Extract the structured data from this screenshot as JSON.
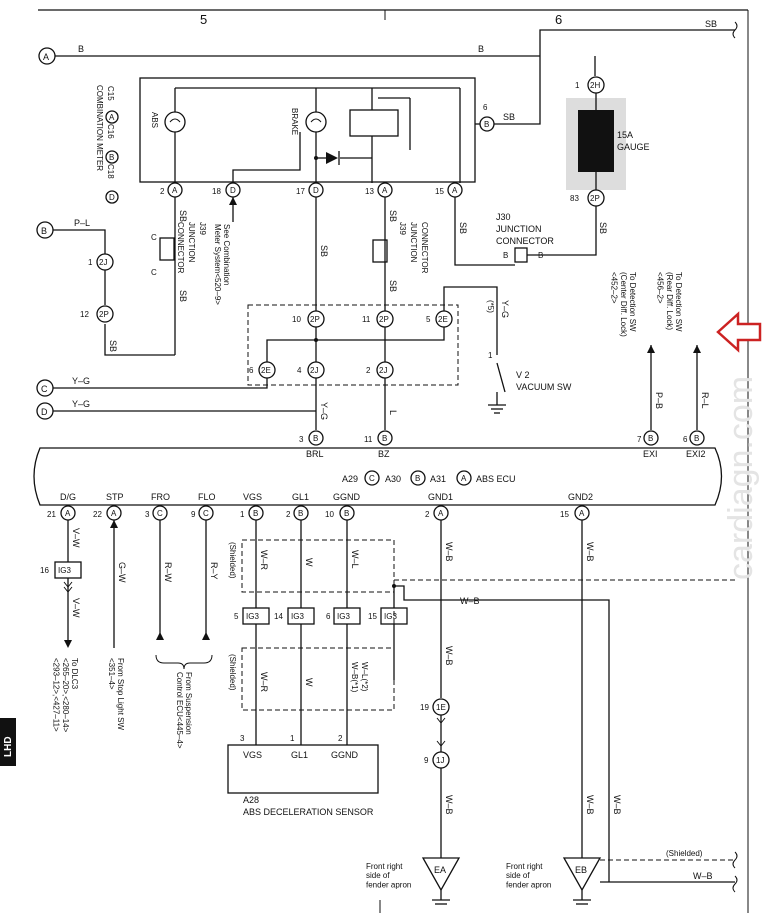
{
  "columns": [
    "5",
    "6"
  ],
  "wire_sb_top": "SB",
  "side_tab": "LHD",
  "watermark": "cardiagn.com",
  "terminals": {
    "A": "A",
    "B": "B",
    "C": "C",
    "D": "D",
    "EA": "EA",
    "EB": "EB"
  },
  "wires": {
    "B": "B",
    "SB": "SB",
    "PL": "P–L",
    "YG": "Y–G",
    "L": "L",
    "PB": "P–B",
    "RL": "R–L",
    "VW": "V–W",
    "GW": "G–W",
    "RW": "R–W",
    "RY": "R–Y",
    "WR": "W–R",
    "W": "W",
    "WL": "W–L",
    "WB": "W–B",
    "WB1": "W–B(*1)",
    "WL2": "W–L(*2)",
    "shielded": "(Shielded)"
  },
  "combination_meter": {
    "title": "COMBINATION METER",
    "connectors": [
      "C15",
      "C16",
      "C18"
    ],
    "pins": [
      "A",
      "B",
      "D"
    ],
    "abs": "ABS",
    "brake": "BRAKE",
    "pin_labels": {
      "p2": "2",
      "p18": "18",
      "p17": "17",
      "p13": "13",
      "p15": "15",
      "p6": "6"
    }
  },
  "fuse": {
    "rating": "15A",
    "name": "GAUGE",
    "top_pin": "1",
    "top_code": "2H",
    "bot_pin": "83",
    "bot_code": "2P"
  },
  "j39": {
    "name": "J39",
    "desc1": "JUNCTION",
    "desc2": "CONNECTOR",
    "c": "C"
  },
  "j30": {
    "name": "J30",
    "desc1": "JUNCTION",
    "desc2": "CONNECTOR",
    "b": "B"
  },
  "see_combination": "See Combination\nMeter System<520–9>",
  "vacuum_sw": {
    "name": "V 2",
    "desc": "VACUUM SW",
    "pin": "1",
    "note": "(*5)"
  },
  "detection1": "To Detection SW\n(Center Diff. Lock)\n<452–2>",
  "detection2": "To Detection SW\n(Rear Diff. Lock)\n<456–2>",
  "connectors": {
    "c2J": "2J",
    "c2P": "2P",
    "c2E": "2E",
    "c1E": "1E",
    "c1J": "1J",
    "cIG3": "IG3",
    "n1": "1",
    "n12": "12",
    "n10": "10",
    "n11": "11",
    "n5": "5",
    "n6": "6",
    "n4": "4",
    "n2": "2",
    "n16": "16",
    "n14": "14",
    "n15": "15",
    "n19": "19",
    "n9": "9"
  },
  "ecu": {
    "title_parts": [
      "A29",
      "C",
      "A30",
      "B",
      "A31",
      "A",
      "ABS ECU"
    ],
    "top_pins": [
      {
        "num": "3",
        "conn": "B",
        "name": "BRL"
      },
      {
        "num": "11",
        "conn": "B",
        "name": "BZ"
      },
      {
        "num": "7",
        "conn": "B",
        "name": "EXI"
      },
      {
        "num": "6",
        "conn": "B",
        "name": "EXI2"
      }
    ],
    "bottom_pins": [
      {
        "name": "D/G",
        "num": "21",
        "conn": "A"
      },
      {
        "name": "STP",
        "num": "22",
        "conn": "A"
      },
      {
        "name": "FRO",
        "num": "3",
        "conn": "C"
      },
      {
        "name": "FLO",
        "num": "9",
        "conn": "C"
      },
      {
        "name": "VGS",
        "num": "1",
        "conn": "B"
      },
      {
        "name": "GL1",
        "num": "2",
        "conn": "B"
      },
      {
        "name": "GGND",
        "num": "10",
        "conn": "B"
      },
      {
        "name": "GND1",
        "num": "2",
        "conn": "A"
      },
      {
        "name": "GND2",
        "num": "15",
        "conn": "A"
      }
    ]
  },
  "to_dlc3": "To DLC3\n<265–20>,<280–14>\n<293–12>,<427–11>",
  "from_stop": "From Stop Light SW\n<351–4>",
  "from_susp": "From Suspension\nControl ECU<445–4>",
  "sensor": {
    "id": "A28",
    "name": "ABS DECELERATION SENSOR",
    "pins": [
      "VGS",
      "GL1",
      "GGND"
    ],
    "nums": [
      "3",
      "1",
      "2"
    ]
  },
  "ground_text": "Front right\nside of\nfender apron"
}
